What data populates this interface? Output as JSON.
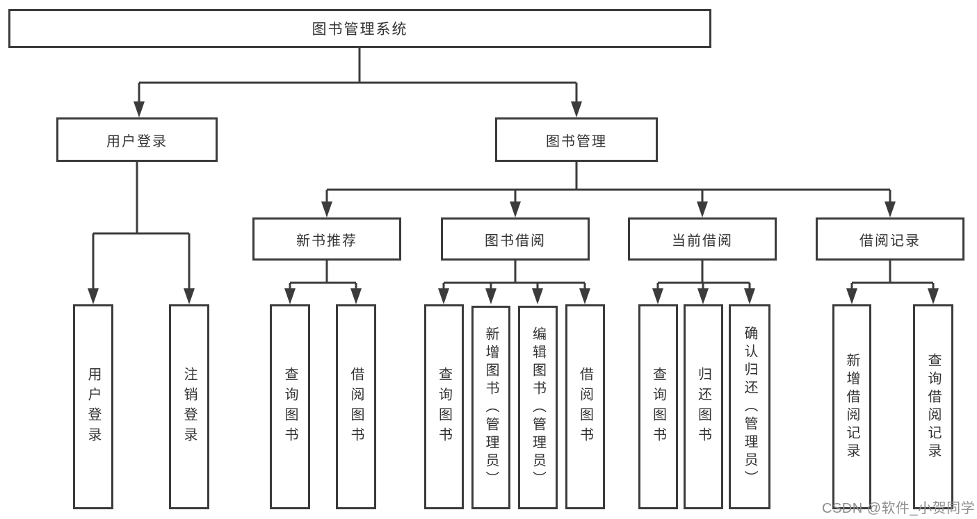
{
  "watermark": "CSDN @软件_小贺同学",
  "colors": {
    "line": "#3b3b3b",
    "text": "#333333",
    "watermark_text": "#8f8f8f"
  },
  "tree": {
    "root": {
      "label": "图书管理系统"
    },
    "children": [
      {
        "label": "用户登录",
        "children": [
          {
            "label": "用户登录"
          },
          {
            "label": "注销登录"
          }
        ]
      },
      {
        "label": "图书管理",
        "children": [
          {
            "label": "新书推荐",
            "children": [
              {
                "label": "查询图书"
              },
              {
                "label": "借阅图书"
              }
            ]
          },
          {
            "label": "图书借阅",
            "children": [
              {
                "label": "查询图书"
              },
              {
                "label": "新增图书（管理员）"
              },
              {
                "label": "编辑图书（管理员）"
              },
              {
                "label": "借阅图书"
              }
            ]
          },
          {
            "label": "当前借阅",
            "children": [
              {
                "label": "查询图书"
              },
              {
                "label": "归还图书"
              },
              {
                "label": "确认归还（管理员）"
              }
            ]
          },
          {
            "label": "借阅记录",
            "children": [
              {
                "label": "新增借阅记录"
              },
              {
                "label": "查询借阅记录"
              }
            ]
          }
        ]
      }
    ]
  }
}
